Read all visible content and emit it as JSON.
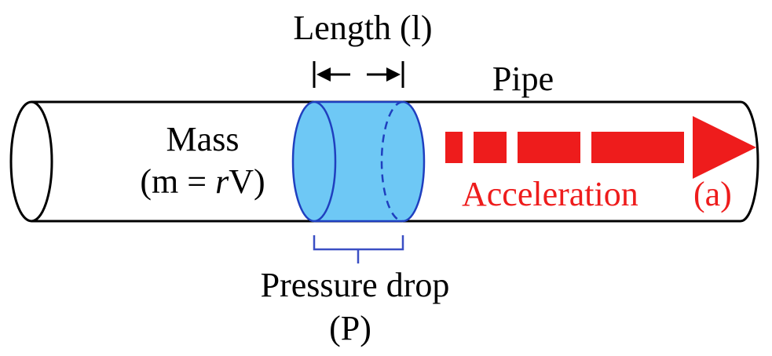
{
  "labels": {
    "length": "Length  (l)",
    "pipe": "Pipe",
    "mass_line1": "Mass",
    "mass_line2_prefix": "(m = ",
    "mass_line2_italic": "r",
    "mass_line2_suffix": "V)",
    "acceleration": "Acceleration",
    "acceleration_symbol": "(a)",
    "pressure_line1": "Pressure drop",
    "pressure_line2": "(P)"
  },
  "colors": {
    "outline": "#000000",
    "slug_fill": "#6ec8f5",
    "slug_stroke": "#1f3fbf",
    "bracket": "#3a4fc4",
    "arrow": "#ee1c1c"
  }
}
